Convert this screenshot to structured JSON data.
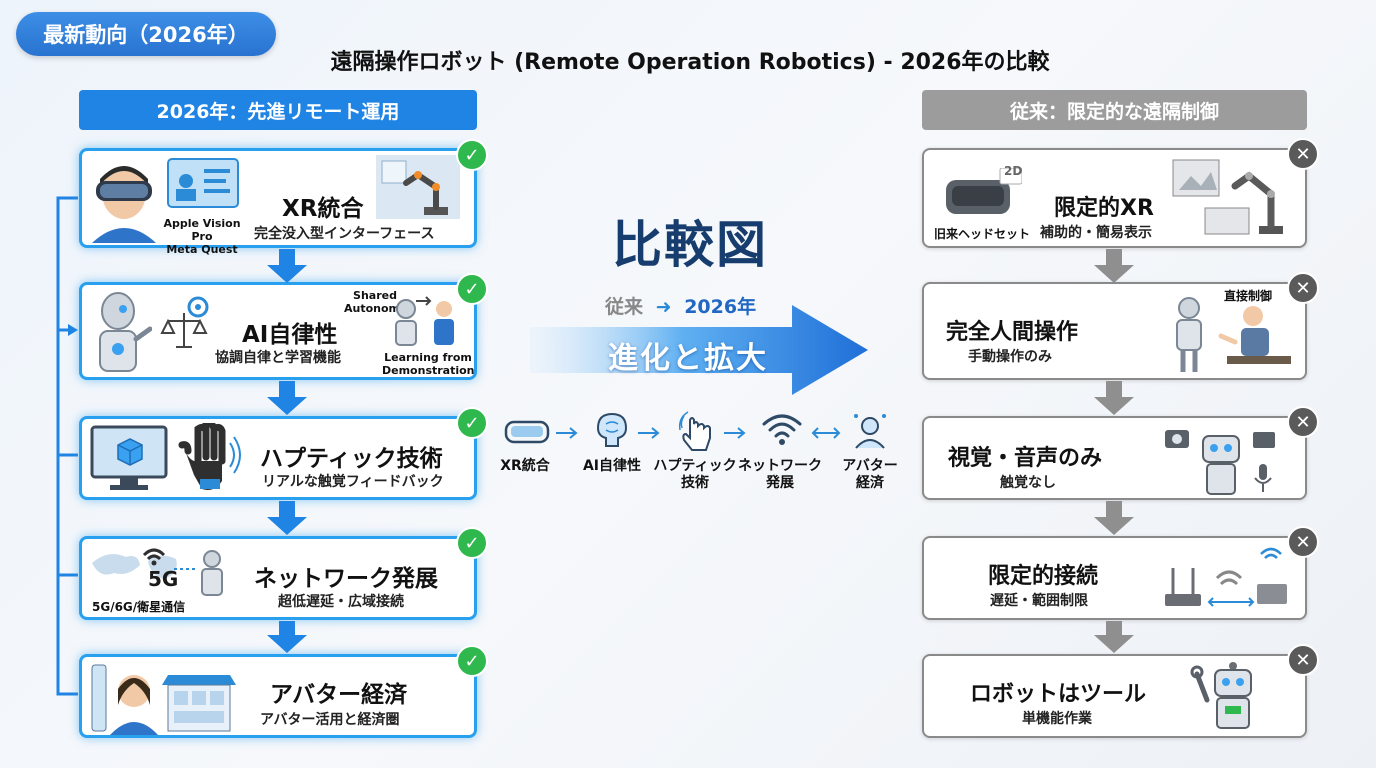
{
  "badge": "最新動向（2026年）",
  "title": "遠隔操作ロボット (Remote Operation Robotics) - 2026年の比較",
  "left_header": "2026年：先進リモート運用",
  "right_header": "従来：限定的な遠隔制御",
  "left_cards": [
    {
      "title": "XR統合",
      "sub": "完全没入型インターフェース",
      "note": "Apple Vision Pro\nMeta Quest"
    },
    {
      "title": "AI自律性",
      "sub": "協調自律と学習機能",
      "note_top": "Shared\nAutonomy",
      "note_bottom": "Learning from\nDemonstration"
    },
    {
      "title": "ハプティック技術",
      "sub": "リアルな触覚フィードバック"
    },
    {
      "title": "ネットワーク発展",
      "sub": "超低遅延・広域接続",
      "note": "5G/6G/衛星通信",
      "icon_text": "5G"
    },
    {
      "title": "アバター経済",
      "sub": "アバター活用と経済圏"
    }
  ],
  "right_cards": [
    {
      "title": "限定的XR",
      "sub": "補助的・簡易表示",
      "note": "旧来ヘッドセット",
      "icon_text": "2D"
    },
    {
      "title": "完全人間操作",
      "sub": "手動操作のみ",
      "note": "直接制御"
    },
    {
      "title": "視覚・音声のみ",
      "sub": "触覚なし"
    },
    {
      "title": "限定的接続",
      "sub": "遅延・範囲制限"
    },
    {
      "title": "ロボットはツール",
      "sub": "単機能作業"
    }
  ],
  "center": {
    "title": "比較図",
    "from": "従来",
    "to": "2026年",
    "evolution": "進化と拡大",
    "flow": [
      "XR統合",
      "AI自律性",
      "ハプティック\n技術",
      "ネットワーク\n発展",
      "アバター\n経済"
    ]
  },
  "colors": {
    "accent": "#1f84e3",
    "check": "#2fb84e",
    "cross": "#5a5a5a",
    "legacy": "#9c9c9c"
  }
}
